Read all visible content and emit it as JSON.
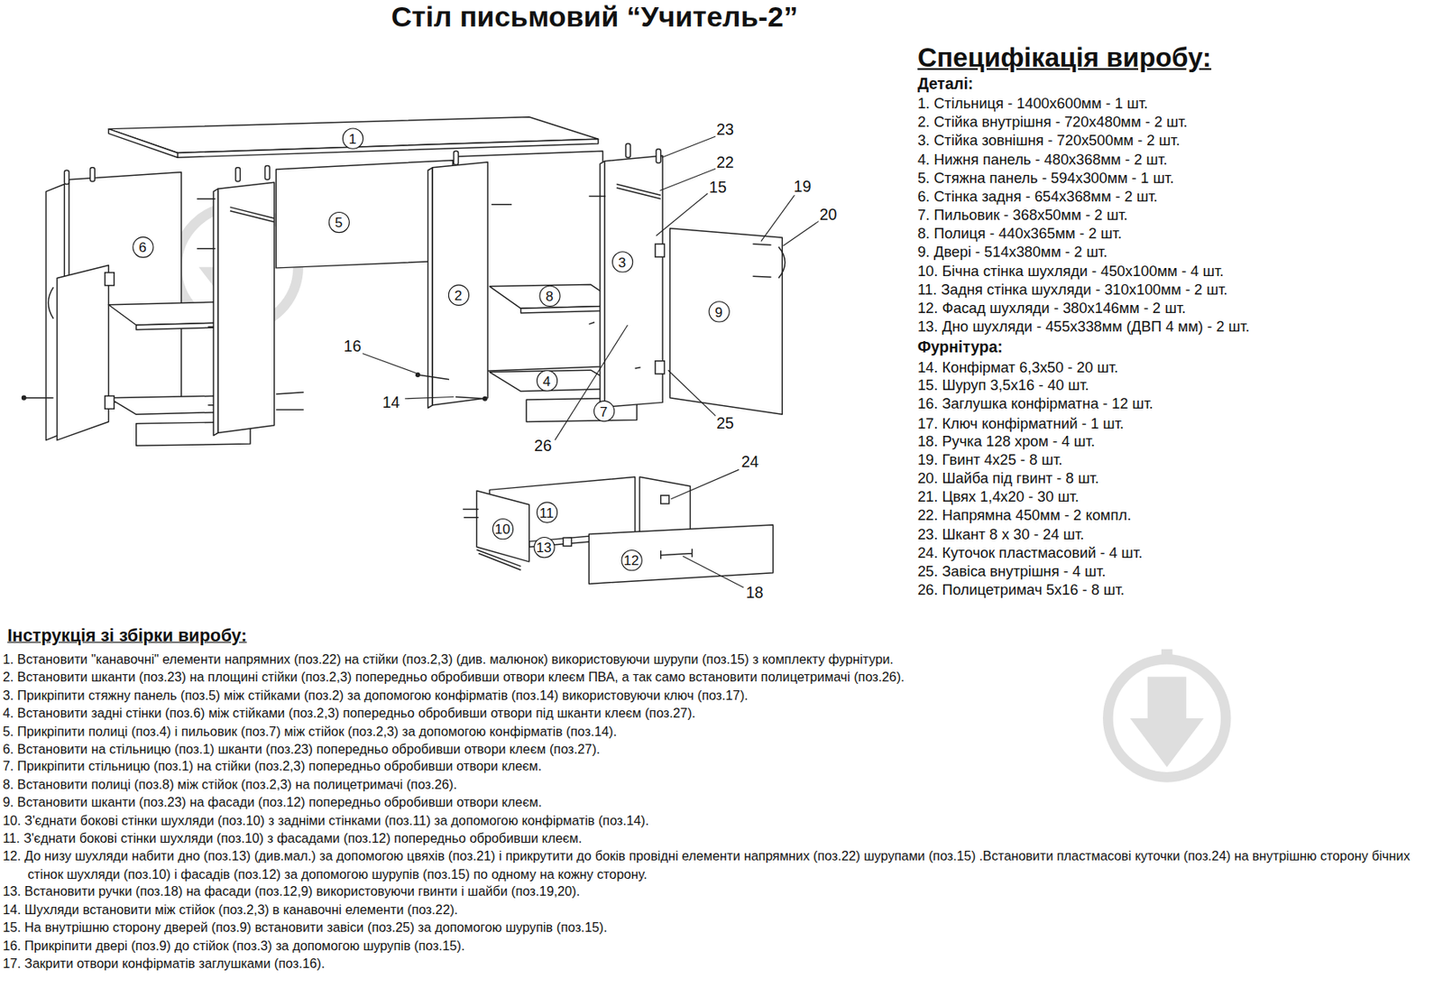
{
  "diagram": {
    "title": "Стіл письмовий “Учитель-2”",
    "nodes": [
      {
        "text": [
          "1"
        ]
      },
      {
        "text": [
          "6"
        ]
      },
      {
        "text": [
          "5"
        ]
      },
      {
        "text": [
          "2"
        ]
      },
      {
        "text": [
          "3"
        ]
      },
      {
        "text": [
          "8"
        ]
      },
      {
        "text": [
          "9"
        ]
      },
      {
        "text": [
          "4"
        ]
      },
      {
        "text": [
          "7"
        ]
      },
      {
        "text": [
          "11"
        ]
      },
      {
        "text": [
          "10"
        ]
      },
      {
        "text": [
          "13"
        ]
      },
      {
        "text": [
          "12"
        ]
      }
    ],
    "labels": [
      "Специфікація виробу:",
      "Деталі:",
      "1. Стільниця - 1400х600мм - 1 шт.",
      "2. Стійка внутрішня - 720х480мм - 2 шт.",
      "3. Стійка зовнішня - 720х500мм - 2 шт.",
      "4. Нижня панель - 480х368мм - 2 шт.",
      "5. Стяжна панель - 594х300мм - 1 шт.",
      "6. Стінка задня - 654х368мм - 2 шт.",
      "7. Пильовик - 368х50мм - 2 шт.",
      "8. Полиця - 440х365мм - 2 шт.",
      "9. Двері - 514х380мм - 2 шт.",
      "10. Бічна стінка шухляди - 450х100мм - 4 шт.",
      "11. Задня стінка шухляди - 310х100мм - 2 шт.",
      "12. Фасад шухляди - 380х146мм - 2 шт.",
      "13. Дно шухляди - 455х338мм (ДВП 4 мм) - 2 шт.",
      "Фурнітура:",
      "14. Конфірмат 6,3х50 - 20 шт.",
      "15. Шуруп 3,5х16 - 40 шт.",
      "16. Заглушка конфірматна - 12 шт.",
      "17. Ключ конфірматний - 1 шт.",
      "18. Ручка 128 хром - 4 шт.",
      "19. Гвинт 4х25 - 8 шт.",
      "20. Шайба під гвинт - 8 шт.",
      "21. Цвях 1,4х20 - 30 шт.",
      "22. Напрямна 450мм - 2 компл.",
      "23. Шкант 8 х 30 - 24 шт.",
      "24. Куточок пластмасовий - 4 шт.",
      "25. Завіса внутрішня - 4 шт.",
      "26. Полицетримач 5х16 - 8 шт.",
      "Інструкція зі збірки виробу:",
      "1. Встановити \"канавочні\" елементи напрямних (поз.22) на стійки (поз.2,3) (див. малюнок) використовуючи шурупи (поз.15) з комплекту фурнітури.",
      "2. Встановити шканти (поз.23) на площині стійки (поз.2,3) попередньо обробивши отвори клеєм ПВА, а так само встановити полицетримачі (поз.26).",
      "3. Прикріпити стяжну панель (поз.5) між стійками (поз.2) за допомогою конфірматів (поз.14) використовуючи ключ (поз.17).",
      "4. Встановити задні стінки (поз.6) між стійками (поз.2,3) попередньо обробивши отвори під шканти клеєм (поз.27).",
      "5. Прикріпити полиці (поз.4) і пильовик (поз.7) між стійок (поз.2,3) за допомогою конфірматів (поз.14).",
      "6. Встановити на стільницю (поз.1) шканти (поз.23) попередньо обробивши отвори клеєм (поз.27).",
      "7. Прикріпити стільницю (поз.1) на стійки (поз.2,3) попередньо обробивши отвори клеєм.",
      "8. Встановити полиці (поз.8) між стійок (поз.2,3) на полицетримачі (поз.26).",
      "9. Встановити шканти (поз.23) на фасади (поз.12) попередньо обробивши отвори клеєм.",
      "10. З'єднати бокові стінки шухляди (поз.10) з задніми стінками (поз.11) за допомогою конфірматів (поз.14).",
      "11. З'єднати бокові стінки шухляди (поз.10) з фасадами (поз.12) попередньо обробивши клеєм.",
      "12. До низу шухляди набити дно (поз.13) (див.мал.) за допомогою цвяхів (поз.21) і прикрутити до боків провідні елементи напрямних (поз.22) шурупами (поз.15) .Встановити пластмасові куточки (поз.24) на внутрішню сторону бічних стінок шухляди (поз.10) і фасадів (поз.12) за допомогою шурупів (поз.15) по одному на кожну сторону.",
      "13. Встановити ручки (поз.18) на фасади (поз.12,9) використовуючи гвинти і шайби (поз.19,20).",
      "14. Шухляди встановити між стійок (поз.2,3) в канавочні елементи (поз.22).",
      "15. На внутрішню сторону дверей (поз.9) встановити завіси (поз.25) за допомогою шурупів (поз.15).",
      "16. Прикріпити двері (поз.9) до стійок (поз.3) за допомогою шурупів (поз.15).",
      "17. Закрити отвори конфірматів заглушками (поз.16).",
      "23",
      "22",
      "15",
      "19",
      "20",
      "16",
      "14",
      "26",
      "25",
      "24",
      "18"
    ]
  }
}
